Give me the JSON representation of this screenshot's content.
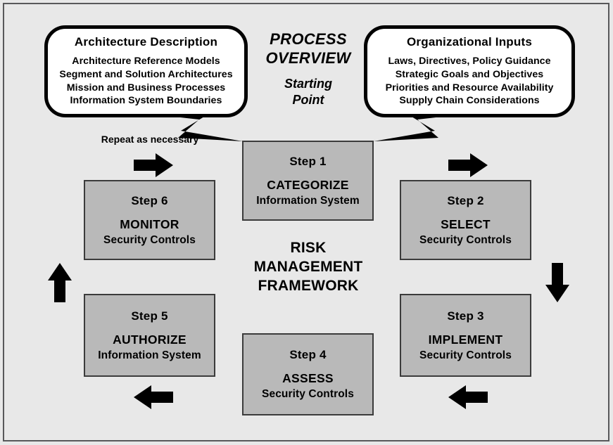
{
  "diagram": {
    "title_center": "PROCESS\nOVERVIEW",
    "process_overview_line1": "PROCESS",
    "process_overview_line2": "OVERVIEW",
    "starting_point_line1": "Starting",
    "starting_point_line2": "Point",
    "framework_line1": "RISK",
    "framework_line2": "MANAGEMENT",
    "framework_line3": "FRAMEWORK",
    "repeat_label": "Repeat as necessary",
    "colors": {
      "background": "#e8e8e8",
      "box_fill": "#b9b9b9",
      "box_border": "#3b3b3b",
      "frame_border": "#58585a",
      "bubble_fill": "#ffffff",
      "ink": "#000000"
    }
  },
  "bubbles": [
    {
      "id": "architecture-description",
      "title": "Architecture Description",
      "lines": [
        "Architecture Reference Models",
        "Segment and Solution Architectures",
        "Mission and Business Processes",
        "Information System Boundaries"
      ]
    },
    {
      "id": "organizational-inputs",
      "title": "Organizational Inputs",
      "lines": [
        "Laws, Directives, Policy Guidance",
        "Strategic Goals and Objectives",
        "Priorities and Resource Availability",
        "Supply Chain Considerations"
      ]
    }
  ],
  "steps": [
    {
      "num": "Step 1",
      "action": "CATEGORIZE",
      "sub": "Information System"
    },
    {
      "num": "Step 2",
      "action": "SELECT",
      "sub": "Security Controls"
    },
    {
      "num": "Step 3",
      "action": "IMPLEMENT",
      "sub": "Security Controls"
    },
    {
      "num": "Step 4",
      "action": "ASSESS",
      "sub": "Security Controls"
    },
    {
      "num": "Step 5",
      "action": "AUTHORIZE",
      "sub": "Information System"
    },
    {
      "num": "Step 6",
      "action": "MONITOR",
      "sub": "Security Controls"
    }
  ],
  "arrows": [
    {
      "id": "arrow-top-left",
      "direction": "right"
    },
    {
      "id": "arrow-top-right",
      "direction": "right"
    },
    {
      "id": "arrow-right",
      "direction": "down"
    },
    {
      "id": "arrow-bottom-right",
      "direction": "left"
    },
    {
      "id": "arrow-bottom-left",
      "direction": "left"
    },
    {
      "id": "arrow-left",
      "direction": "up"
    }
  ]
}
